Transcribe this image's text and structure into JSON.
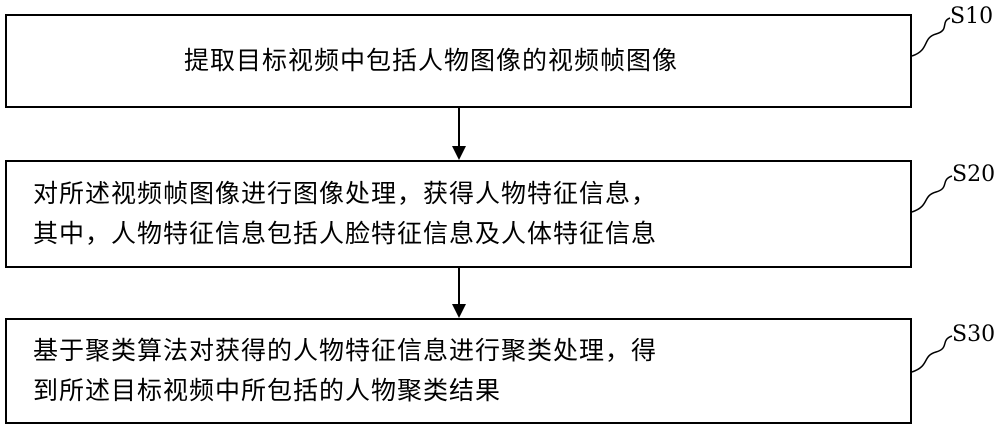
{
  "steps": [
    {
      "id": "S10",
      "lines": [
        "提取目标视频中包括人物图像的视频帧图像"
      ]
    },
    {
      "id": "S20",
      "lines": [
        "对所述视频帧图像进行图像处理，获得人物特征信息，",
        "其中，人物特征信息包括人脸特征信息及人体特征信息"
      ]
    },
    {
      "id": "S30",
      "lines": [
        "基于聚类算法对获得的人物特征信息进行聚类处理，得",
        "到所述目标视频中所包括的人物聚类结果"
      ]
    }
  ]
}
